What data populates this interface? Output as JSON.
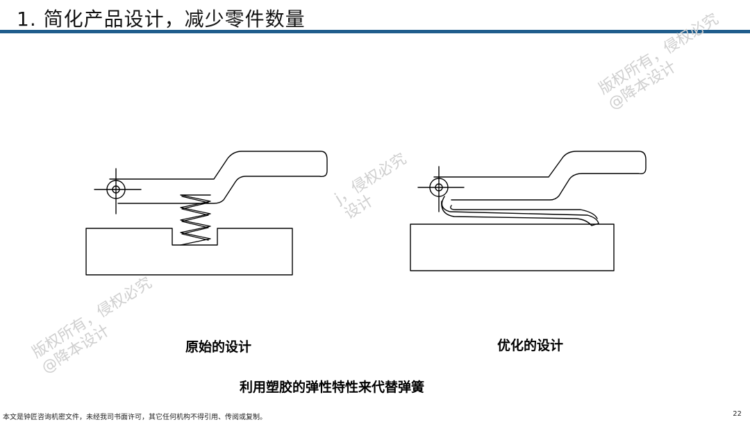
{
  "header": {
    "title": "1. 简化产品设计，减少零件数量"
  },
  "watermarks": [
    {
      "line1": "版权所有，侵权必究",
      "line2": "@降本设计"
    },
    {
      "line1": "j，侵权必究",
      "line2": "设计"
    },
    {
      "line1": "版权所有，侵权必究",
      "line2": "@降本设计"
    }
  ],
  "figure": {
    "left_caption": "原始的设计",
    "right_caption": "优化的设计",
    "subtitle": "利用塑胶的弹性特性来代替弹簧"
  },
  "footer": {
    "notice": "本文是钟匠咨询机密文件，未经我司书面许可，其它任何机构不得引用、传阅或复制。",
    "page": "22"
  },
  "colors": {
    "title_bar": "#1f5d8c",
    "watermark": "#cfcfcf"
  }
}
